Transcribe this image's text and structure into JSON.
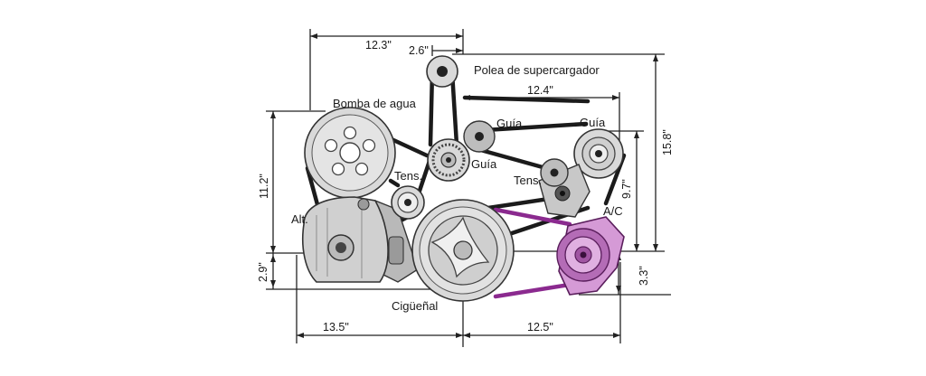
{
  "labels": {
    "supercharger": "Polea de supercargador",
    "water_pump": "Bomba de agua",
    "idler_top": "Guía",
    "idler_mid": "Guía",
    "idler_right": "Guía",
    "tensioner_left": "Tens.",
    "tensioner_right": "Tens.",
    "alternator": "Alt.",
    "ac": "A/C",
    "crankshaft": "Cigüeñal"
  },
  "dimensions": {
    "top_span": "12.3\"",
    "sc_offset": "2.6\"",
    "right_span": "12.4\"",
    "total_height": "15.8\"",
    "ac_height": "9.7\"",
    "left_height": "11.2\"",
    "alt_drop": "2.9\"",
    "ac_drop": "3.3\"",
    "bottom_left": "13.5\"",
    "bottom_right": "12.5\""
  },
  "colors": {
    "belt": "#1b1b1b",
    "ac_belt": "#8b2a8f",
    "ac_body": "#d59ad6"
  }
}
